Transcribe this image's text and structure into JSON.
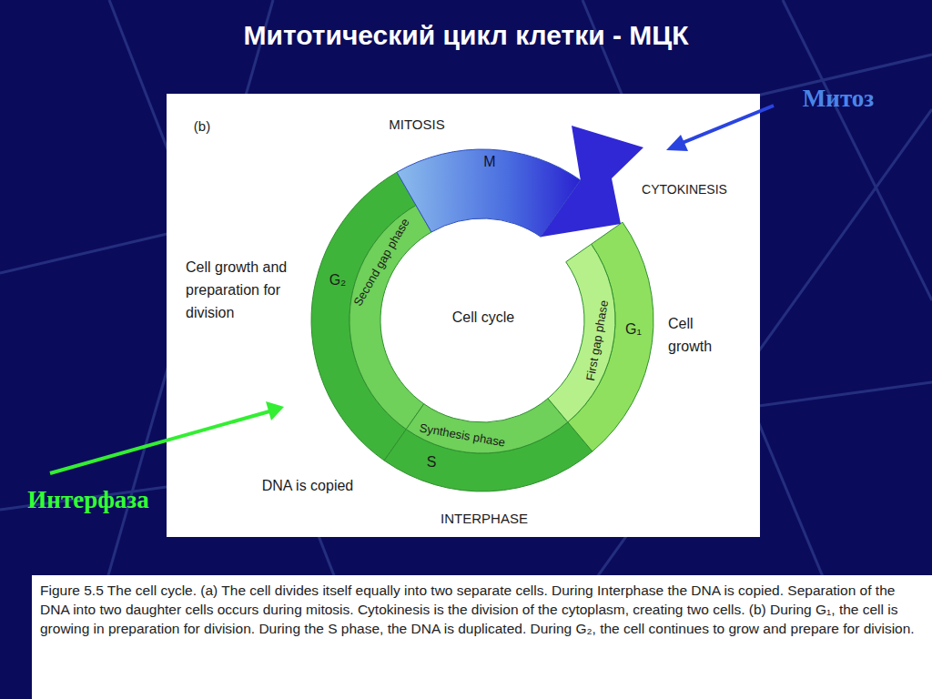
{
  "diagram": {
    "title": "Митотический цикл клетки - МЦК",
    "caption": "Figure 5.5 The cell cycle. (a) The cell divides itself equally into two separate cells. During Interphase the DNA is copied. Separation of the DNA into two daughter cells occurs during mitosis. Cytokinesis is the division of the cytoplasm, creating two cells. (b) During G₁, the cell is growing in preparation for division. During the S phase, the DNA is duplicated. During G₂, the cell continues to grow and prepare for division.",
    "labels": [
      "(b)",
      "MITOSIS",
      "M",
      "CYTOKINESIS",
      "Cell growth and preparation for division",
      "G₂",
      "Second gap phase",
      "Cell cycle",
      "First gap phase",
      "G₁",
      "Cell growth",
      "Synthesis phase",
      "S",
      "DNA is copied",
      "INTERPHASE",
      "Митоз",
      "Интерфаза"
    ]
  }
}
